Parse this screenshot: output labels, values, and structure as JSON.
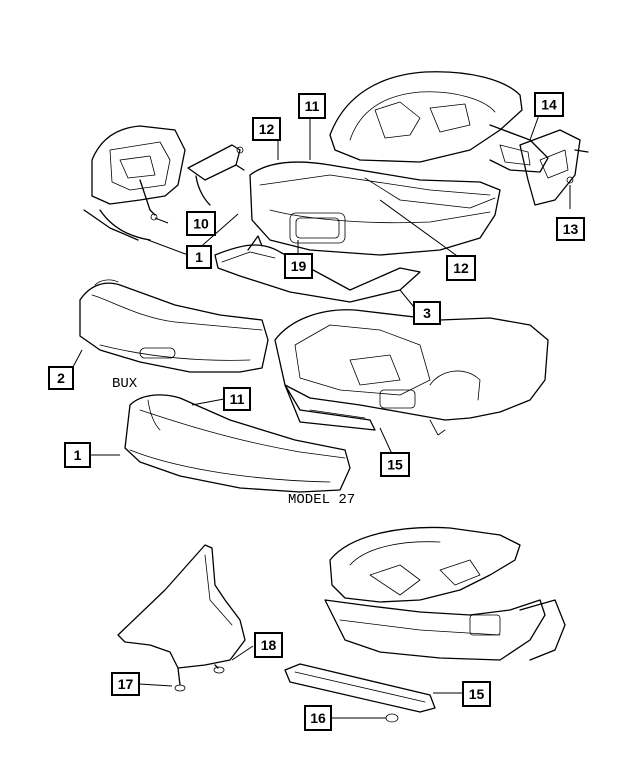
{
  "captions": {
    "bux": "BUX",
    "model_27": "MODEL 27"
  },
  "callouts": {
    "c1a": "1",
    "c1b": "1",
    "c2": "2",
    "c3": "3",
    "c10": "10",
    "c11a": "11",
    "c11b": "11",
    "c12a": "12",
    "c12b": "12",
    "c13": "13",
    "c14": "14",
    "c15a": "15",
    "c15b": "15",
    "c16": "16",
    "c17": "17",
    "c18": "18",
    "c19": "19"
  }
}
